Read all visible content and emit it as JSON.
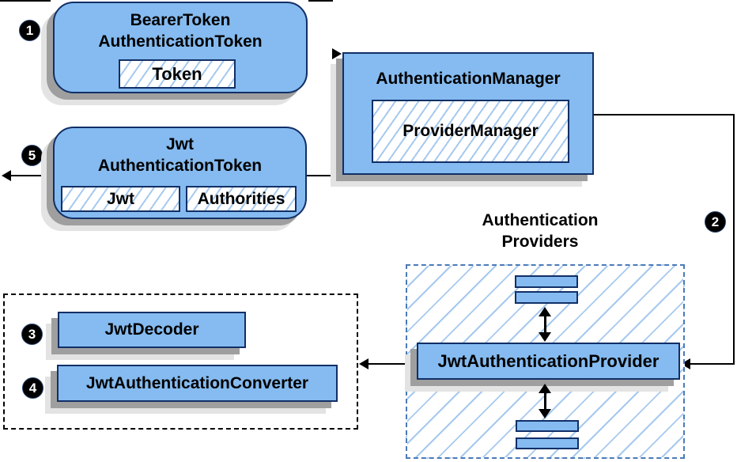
{
  "nodes": {
    "bearer_token": {
      "line1": "BearerToken",
      "line2": "AuthenticationToken",
      "inner": "Token"
    },
    "auth_manager": {
      "label": "AuthenticationManager",
      "inner": "ProviderManager"
    },
    "jwt_token": {
      "line1": "Jwt",
      "line2": "AuthenticationToken",
      "inner_jwt": "Jwt",
      "inner_authorities": "Authorities"
    },
    "providers_group": {
      "label_line1": "Authentication",
      "label_line2": "Providers",
      "provider": "JwtAuthenticationProvider"
    },
    "decoder_group": {
      "decoder": "JwtDecoder",
      "converter": "JwtAuthenticationConverter"
    }
  },
  "steps": {
    "s1": "1",
    "s2": "2",
    "s3": "3",
    "s4": "4",
    "s5": "5"
  },
  "colors": {
    "node_fill": "#85bbf0",
    "node_border": "#112f66",
    "hatch_line": "#a6c9ef",
    "providers_dash": "#4b7ab8",
    "decoder_dash": "#000000",
    "shadow_dark": "#9f9f9f",
    "shadow_light": "#e3e3e3",
    "connector": "#000000",
    "badge_bg": "#000000",
    "badge_text": "#ffffff"
  }
}
